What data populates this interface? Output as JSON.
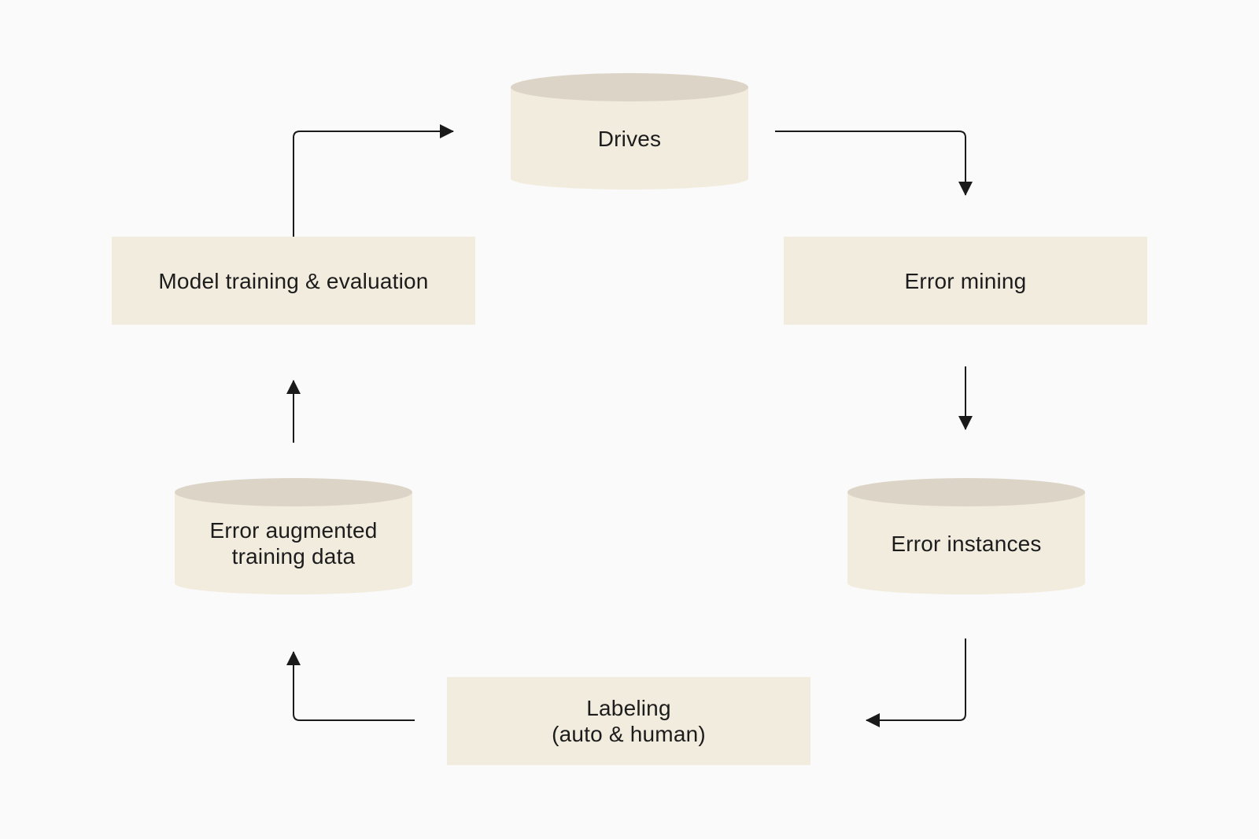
{
  "diagram": {
    "title_hint": "data-engine-flywheel",
    "colors": {
      "background": "#fafafa",
      "node_fill": "#f2ecdf",
      "cylinder_top_fill": "#dbd4c7",
      "text": "#1c1c1c",
      "arrow": "#1a1a1a"
    },
    "nodes": {
      "drives": {
        "shape": "cylinder",
        "label": "Drives"
      },
      "error_mining": {
        "shape": "rect",
        "label": "Error mining"
      },
      "error_instances": {
        "shape": "cylinder",
        "label": "Error instances"
      },
      "labeling": {
        "shape": "rect",
        "line1": "Labeling",
        "line2": "(auto & human)"
      },
      "error_augmented": {
        "shape": "cylinder",
        "line1": "Error augmented",
        "line2": "training data"
      },
      "model_training": {
        "shape": "rect",
        "label": "Model training & evaluation"
      }
    },
    "edges": [
      {
        "from": "model_training",
        "to": "drives"
      },
      {
        "from": "drives",
        "to": "error_mining"
      },
      {
        "from": "error_mining",
        "to": "error_instances"
      },
      {
        "from": "error_instances",
        "to": "labeling"
      },
      {
        "from": "labeling",
        "to": "error_augmented"
      },
      {
        "from": "error_augmented",
        "to": "model_training"
      }
    ]
  }
}
